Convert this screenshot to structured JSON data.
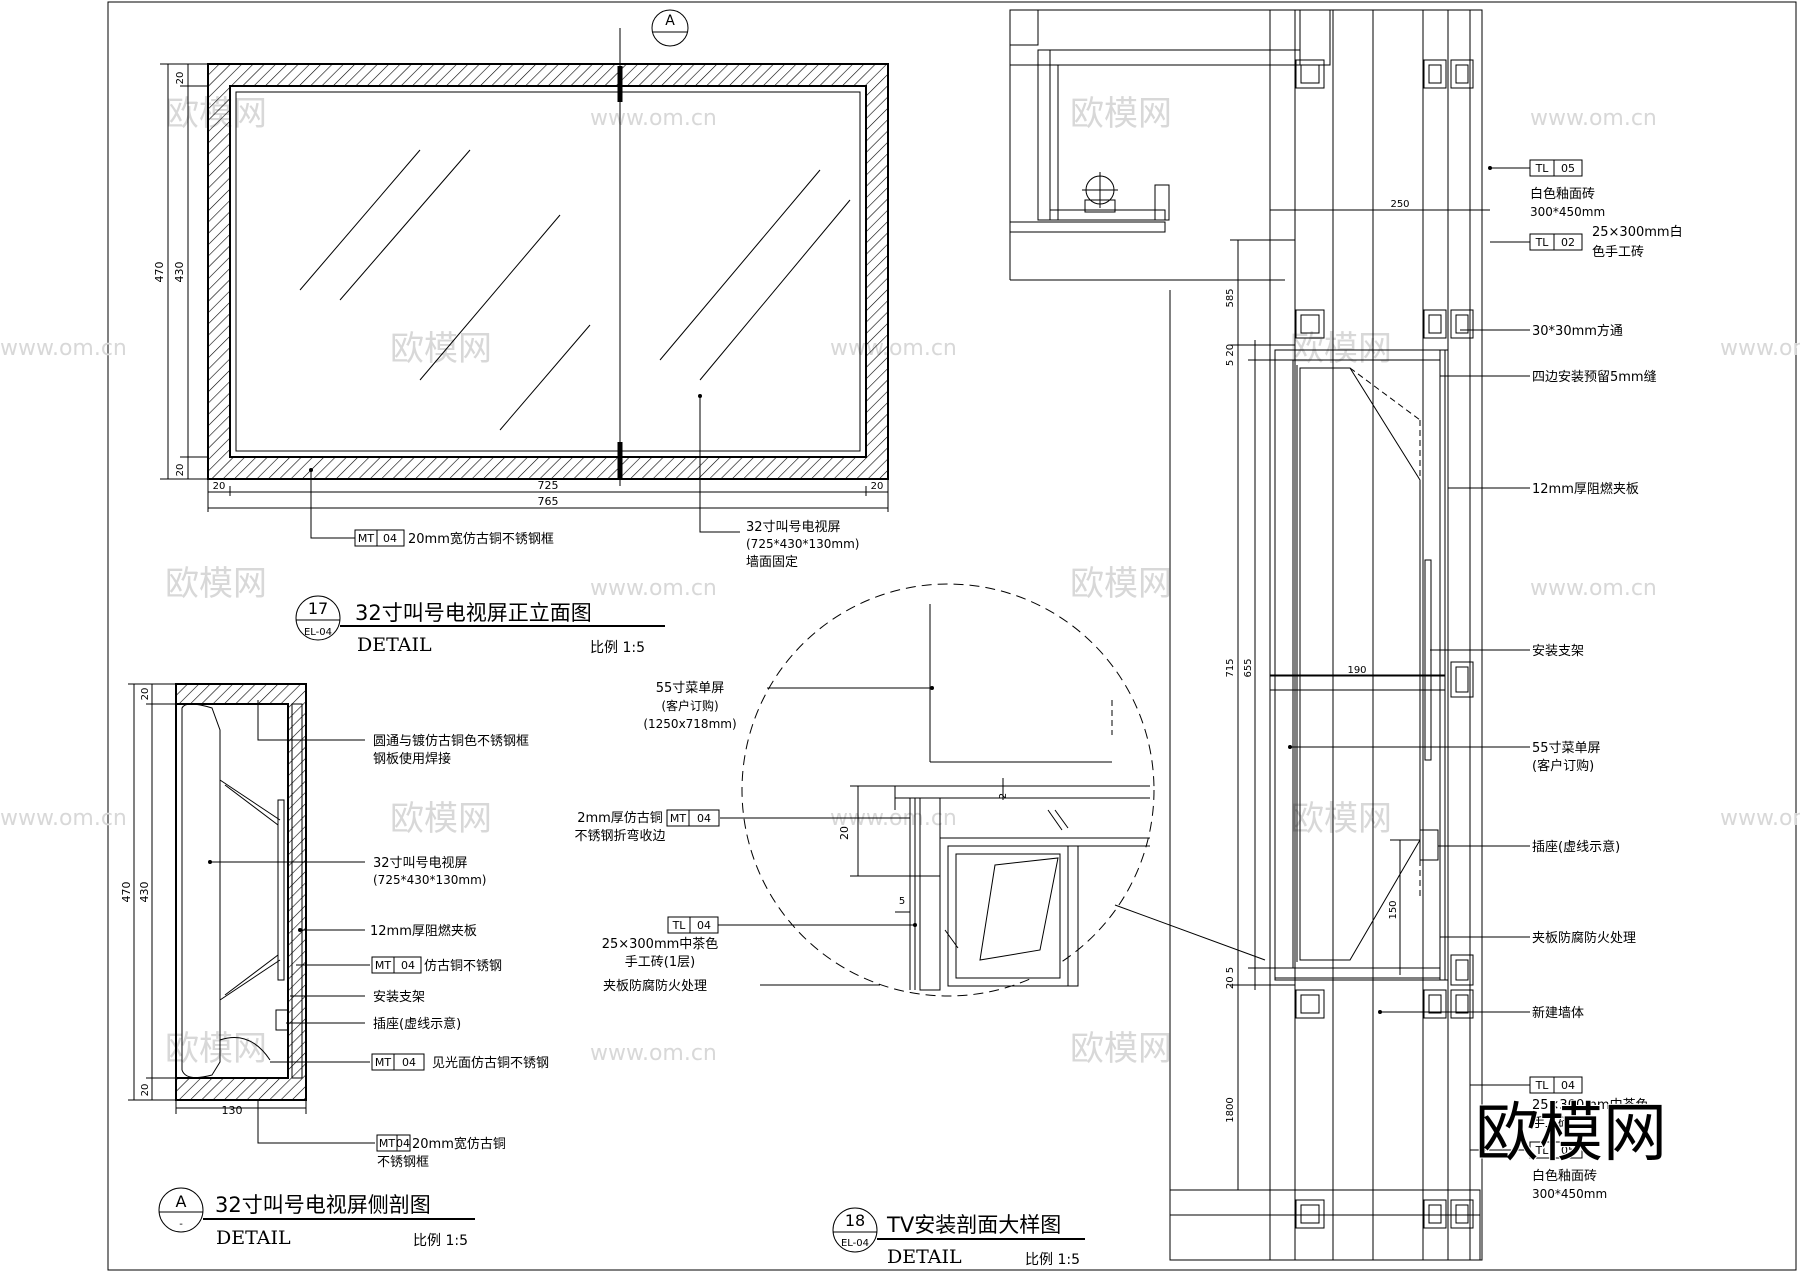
{
  "watermark": {
    "small": "欧模网",
    "url": "www.om.cn",
    "big": "欧模网"
  },
  "detail17": {
    "circle_no": "17",
    "circle_ref": "EL-04",
    "title": "32寸叫号电视屏正立面图",
    "subtitle": "DETAIL",
    "scale": "比例  1:5",
    "section_marker": "A",
    "dims": {
      "top20": "20",
      "h470": "470",
      "h430": "430",
      "bot20": "20",
      "left20": "20",
      "w725": "725",
      "right20": "20",
      "w765": "765"
    },
    "tag_frame": {
      "code": "MT",
      "no": "04",
      "text": "20mm宽仿古铜不锈钢框"
    },
    "screen_note": [
      "32寸叫号电视屏",
      "(725*430*130mm)",
      "墙面固定"
    ]
  },
  "detailA": {
    "circle_no": "A",
    "circle_ref": "-",
    "title": "32寸叫号电视屏侧剖图",
    "subtitle": "DETAIL",
    "scale": "比例 1:5",
    "dims": {
      "top20": "20",
      "h470": "470",
      "h430": "430",
      "bot20": "20",
      "w130": "130"
    },
    "notes": [
      {
        "lines": [
          "圆通与镀仿古铜色不锈钢框",
          "钢板使用焊接"
        ]
      },
      {
        "lines": [
          "32寸叫号电视屏",
          "(725*430*130mm)"
        ]
      },
      {
        "lines": [
          "12mm厚阻燃夹板"
        ]
      },
      {
        "code": "MT",
        "no": "04",
        "lines": [
          "仿古铜不锈钢"
        ]
      },
      {
        "lines": [
          "安装支架"
        ]
      },
      {
        "lines": [
          "插座(虚线示意)"
        ]
      },
      {
        "code": "MT",
        "no": "04",
        "lines": [
          "见光面仿古铜不锈钢"
        ]
      },
      {
        "code": "MT",
        "no": "04",
        "lines": [
          "20mm宽仿古铜",
          "不锈钢框"
        ]
      }
    ]
  },
  "detailCircle": {
    "notes": [
      {
        "lines": [
          "55寸菜单屏",
          "(客户订购)",
          "(1250x718mm)"
        ]
      },
      {
        "code": "MT",
        "no": "04",
        "lines": [
          "2mm厚仿古铜",
          "不锈钢折弯收边"
        ]
      },
      {
        "code": "TL",
        "no": "04",
        "lines": [
          "25×300mm中茶色",
          "手工砖(1层)",
          "夹板防腐防火处理"
        ]
      }
    ],
    "dims": {
      "d2": "2",
      "d20": "20",
      "d5": "5"
    }
  },
  "detail18": {
    "circle_no": "18",
    "circle_ref": "EL-04",
    "title": "TV安装剖面大样图",
    "subtitle": "DETAIL",
    "scale": "比例   1:5",
    "dims": {
      "d250": "250",
      "d585": "585",
      "d520": "5 20",
      "d715": "715",
      "d655": "655",
      "d190": "190",
      "d150": "150",
      "d205": "20 5",
      "d1800": "1800"
    },
    "notes": [
      {
        "code": "TL",
        "no": "05",
        "lines": [
          "白色釉面砖",
          "300*450mm"
        ]
      },
      {
        "code": "TL",
        "no": "02",
        "lines": [
          "25×300mm白",
          "色手工砖"
        ]
      },
      {
        "lines": [
          "30*30mm方通"
        ]
      },
      {
        "lines": [
          "四边安装预留5mm缝"
        ]
      },
      {
        "lines": [
          "12mm厚阻燃夹板"
        ]
      },
      {
        "lines": [
          "安装支架"
        ]
      },
      {
        "lines": [
          "55寸菜单屏",
          "(客户订购)"
        ]
      },
      {
        "lines": [
          "插座(虚线示意)"
        ]
      },
      {
        "lines": [
          "夹板防腐防火处理"
        ]
      },
      {
        "lines": [
          "新建墙体"
        ]
      },
      {
        "code": "TL",
        "no": "04",
        "lines": [
          "25×300mm中茶色",
          "手工砖"
        ]
      },
      {
        "code": "TL",
        "no": "05",
        "lines": [
          "白色釉面砖",
          "300*450mm"
        ]
      }
    ]
  }
}
